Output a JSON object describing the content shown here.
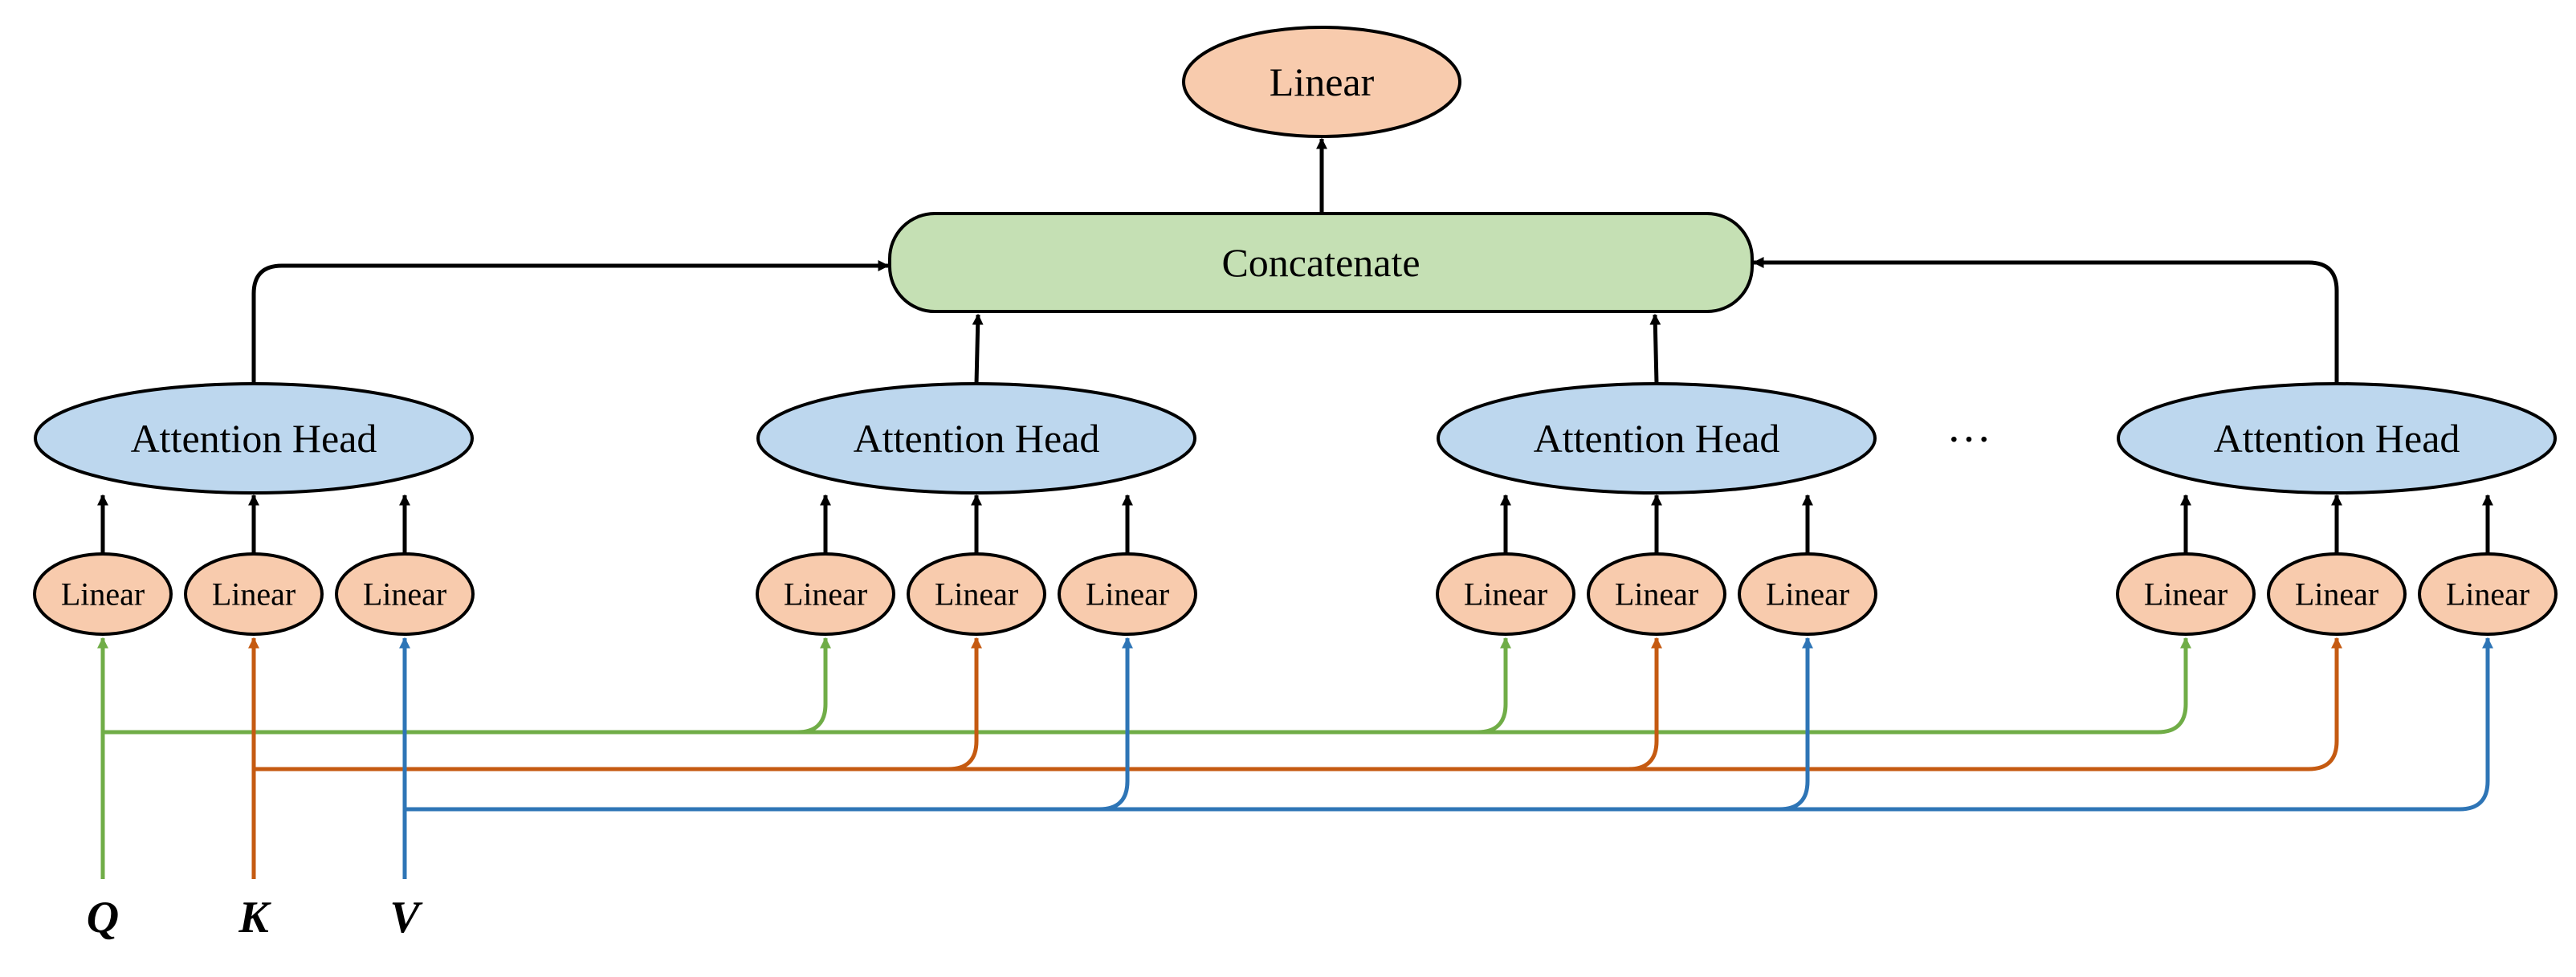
{
  "labels": {
    "top": "Linear",
    "concat": "Concatenate",
    "head": "Attention Head",
    "proj": "Linear",
    "ellipsis": "···",
    "inputs": [
      "Q",
      "K",
      "V"
    ]
  },
  "colors": {
    "linear_fill": "#F8CBAD",
    "head_fill": "#BDD7EE",
    "concat_fill": "#C5E0B4",
    "q_line": "#70AD47",
    "k_line": "#C55A11",
    "v_line": "#2E75B6",
    "outline": "#000000"
  }
}
